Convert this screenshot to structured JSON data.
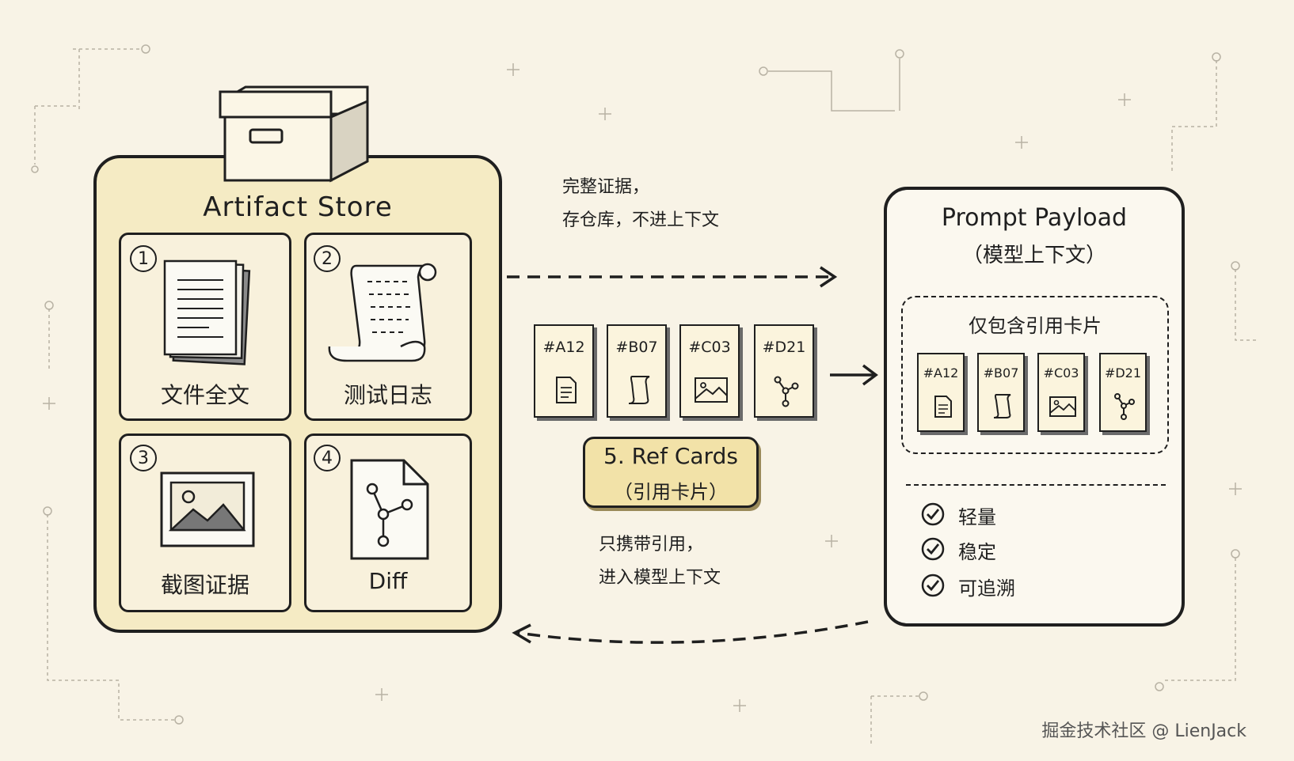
{
  "store": {
    "title": "Artifact Store",
    "cells": [
      {
        "number": "1",
        "label": "文件全文",
        "icon": "document-stack-icon"
      },
      {
        "number": "2",
        "label": "测试日志",
        "icon": "scroll-icon"
      },
      {
        "number": "3",
        "label": "截图证据",
        "icon": "image-icon"
      },
      {
        "number": "4",
        "label": "Diff",
        "icon": "diff-graph-icon"
      }
    ]
  },
  "top_note": {
    "line1": "完整证据，",
    "line2": "存仓库，不进上下文"
  },
  "cards": [
    "#A12",
    "#B07",
    "#C03",
    "#D21"
  ],
  "ref": {
    "title": "5. Ref Cards",
    "subtitle": "（引用卡片）"
  },
  "bottom_note": {
    "line1": "只携带引用，",
    "line2": "进入模型上下文"
  },
  "payload": {
    "title": "Prompt Payload",
    "subtitle": "（模型上下文）",
    "inner_title": "仅包含引用卡片",
    "checks": [
      "轻量",
      "稳定",
      "可追溯"
    ]
  },
  "watermark": "掘金技术社区 @ LienJack"
}
